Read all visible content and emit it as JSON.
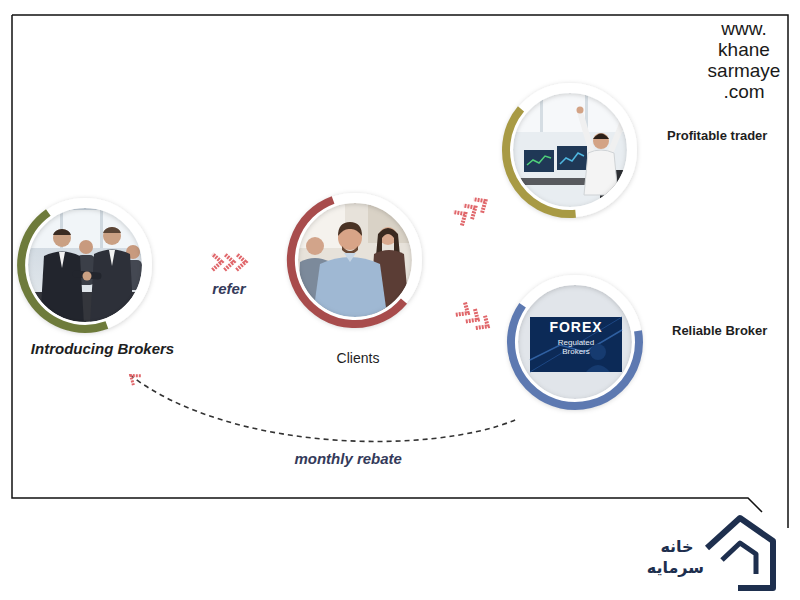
{
  "diagram": {
    "nodes": [
      {
        "text": [
          "Introducing Brokers"
        ]
      },
      {
        "text": [
          "Clients"
        ]
      },
      {
        "text": [
          "Profitable trader"
        ]
      },
      {
        "text": [
          "Reliable Broker"
        ]
      }
    ],
    "edges": [
      {
        "from": 0,
        "to": 1,
        "arrow": "to",
        "label": "refer"
      },
      {
        "from": 1,
        "to": 2,
        "arrow": "to"
      },
      {
        "from": 1,
        "to": 3,
        "arrow": "to"
      },
      {
        "from": 3,
        "to": 0,
        "arrow": "to",
        "label": "monthly rebate"
      }
    ],
    "labels": [
      "www. khane sarmaye .com",
      "FOREX",
      "Regulated Brokers",
      "خانه سرمایه"
    ]
  }
}
